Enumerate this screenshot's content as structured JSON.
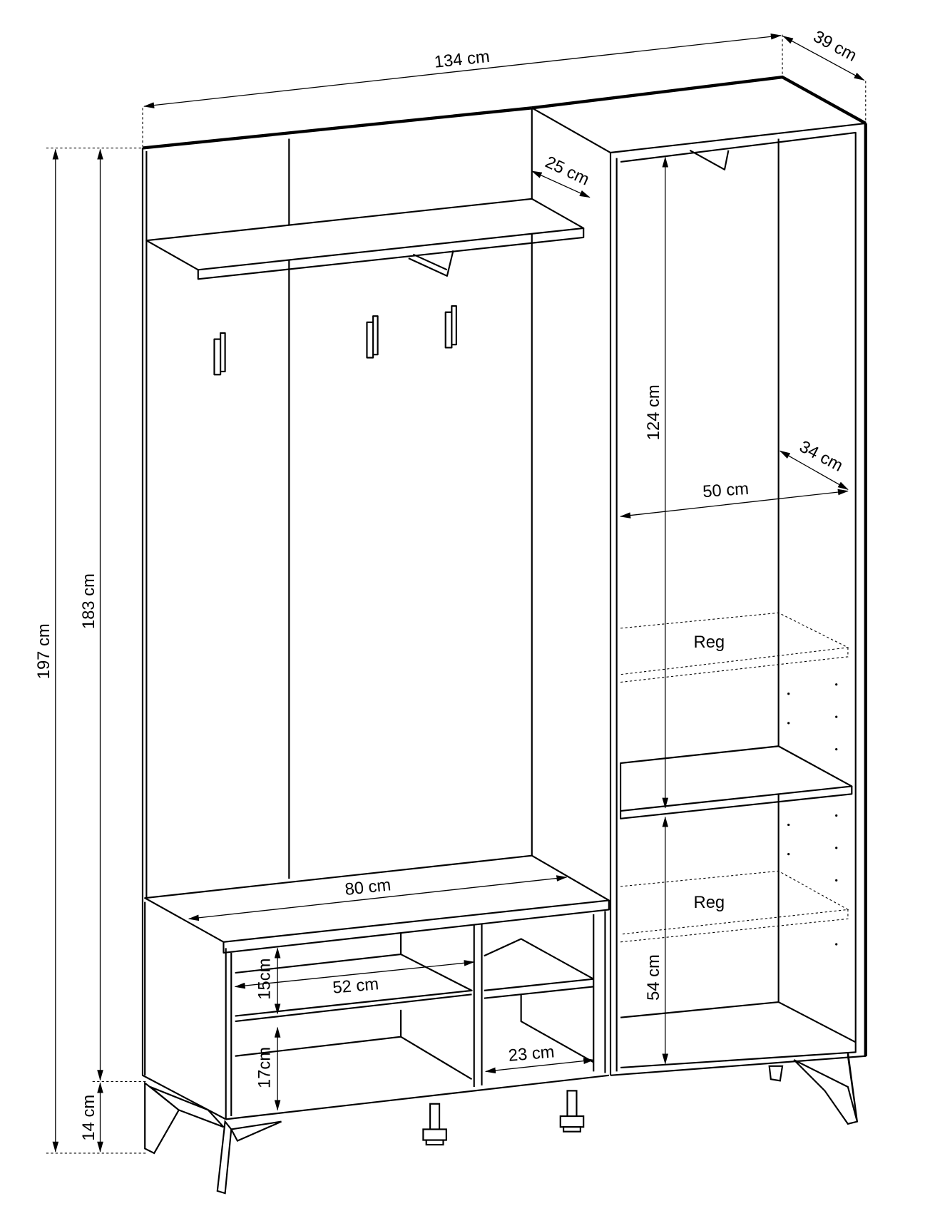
{
  "dimensions": {
    "total_width": "134 cm",
    "depth": "39 cm",
    "total_height": "197 cm",
    "body_height": "183 cm",
    "leg_height": "14 cm",
    "shelf_depth": "25 cm",
    "wardrobe_upper_height": "124 cm",
    "wardrobe_inner_depth": "34 cm",
    "wardrobe_inner_width": "50 cm",
    "wardrobe_lower_height": "54 cm",
    "bench_width": "80 cm",
    "shoe_compartment_width": "52 cm",
    "shoe_upper_height": "15cm",
    "shoe_lower_height": "17cm",
    "small_compartment_width": "23 cm"
  },
  "labels": {
    "adjustable_shelf_upper": "Reg",
    "adjustable_shelf_lower": "Reg"
  }
}
